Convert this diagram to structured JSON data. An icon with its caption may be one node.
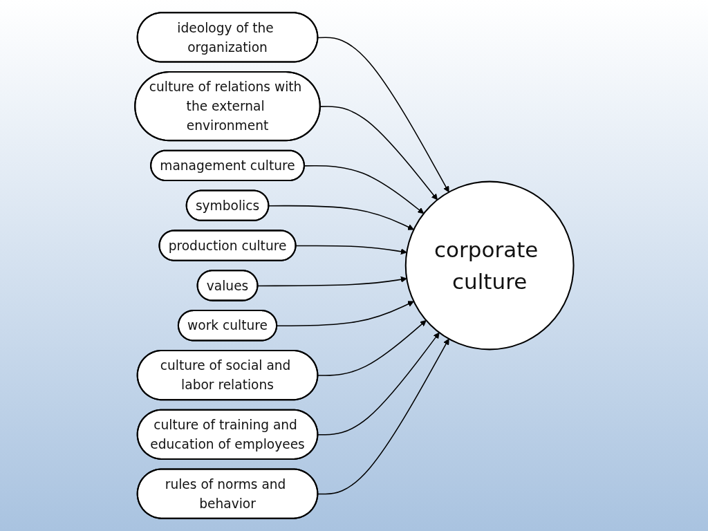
{
  "diagram": {
    "nodes": [
      {
        "text": [
          "corporate culture"
        ]
      },
      {
        "text": [
          "ideology of the organization"
        ]
      },
      {
        "text": [
          "culture of relations with the external environment"
        ]
      },
      {
        "text": [
          "management culture"
        ]
      },
      {
        "text": [
          "symbolics"
        ]
      },
      {
        "text": [
          "production culture"
        ]
      },
      {
        "text": [
          "values"
        ]
      },
      {
        "text": [
          "work culture"
        ]
      },
      {
        "text": [
          "culture of social and labor relations"
        ]
      },
      {
        "text": [
          "culture of training and education of employees"
        ]
      },
      {
        "text": [
          "rules of norms and behavior"
        ]
      }
    ],
    "edges": [
      {
        "from": 1,
        "to": 0,
        "arrow": "to"
      },
      {
        "from": 2,
        "to": 0,
        "arrow": "to"
      },
      {
        "from": 3,
        "to": 0,
        "arrow": "to"
      },
      {
        "from": 4,
        "to": 0,
        "arrow": "to"
      },
      {
        "from": 5,
        "to": 0,
        "arrow": "to"
      },
      {
        "from": 6,
        "to": 0,
        "arrow": "to"
      },
      {
        "from": 7,
        "to": 0,
        "arrow": "to"
      },
      {
        "from": 8,
        "to": 0,
        "arrow": "to"
      },
      {
        "from": 9,
        "to": 0,
        "arrow": "to"
      },
      {
        "from": 10,
        "to": 0,
        "arrow": "to"
      }
    ]
  }
}
